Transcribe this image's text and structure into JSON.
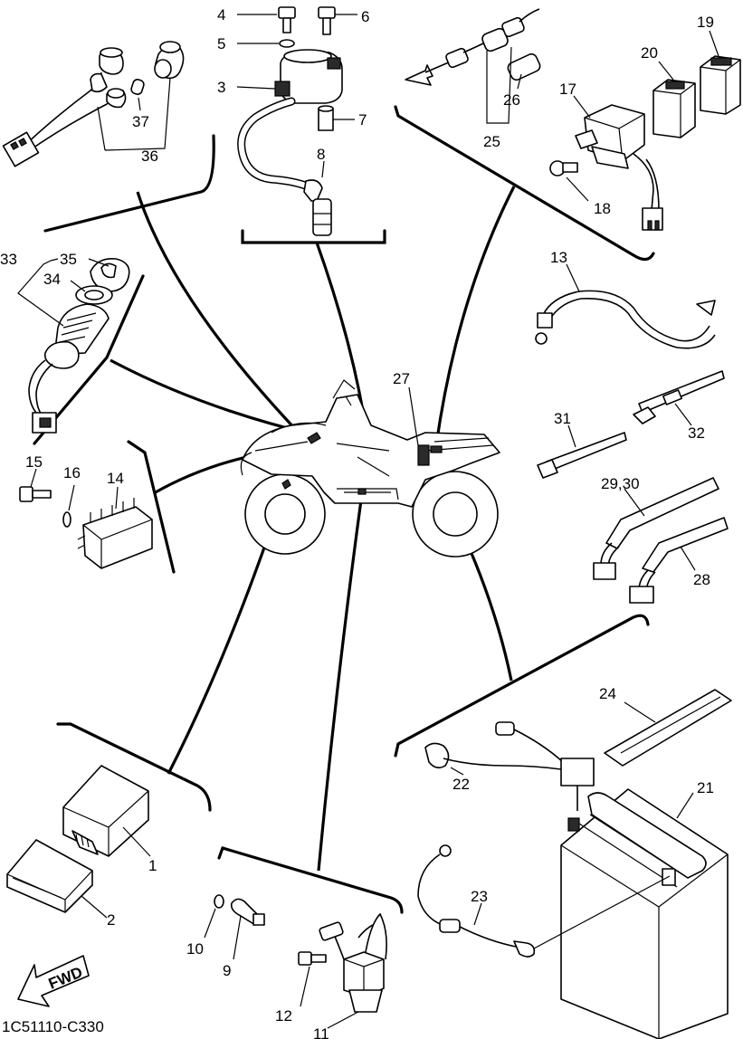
{
  "diagram": {
    "code": "1C51110-C330",
    "fwd_label": "FWD"
  },
  "callouts": {
    "c1": "1",
    "c2": "2",
    "c3": "3",
    "c4": "4",
    "c5": "5",
    "c6": "6",
    "c7": "7",
    "c8": "8",
    "c9": "9",
    "c10": "10",
    "c11": "11",
    "c12": "12",
    "c13": "13",
    "c14": "14",
    "c15": "15",
    "c16": "16",
    "c17": "17",
    "c18": "18",
    "c19": "19",
    "c20": "20",
    "c21": "21",
    "c22": "22",
    "c23": "23",
    "c24": "24",
    "c25": "25",
    "c26": "26",
    "c27": "27",
    "c28": "28",
    "c29_30": "29,30",
    "c31": "31",
    "c32": "32",
    "c33": "33",
    "c34": "34",
    "c35": "35",
    "c36": "36",
    "c37": "37"
  }
}
